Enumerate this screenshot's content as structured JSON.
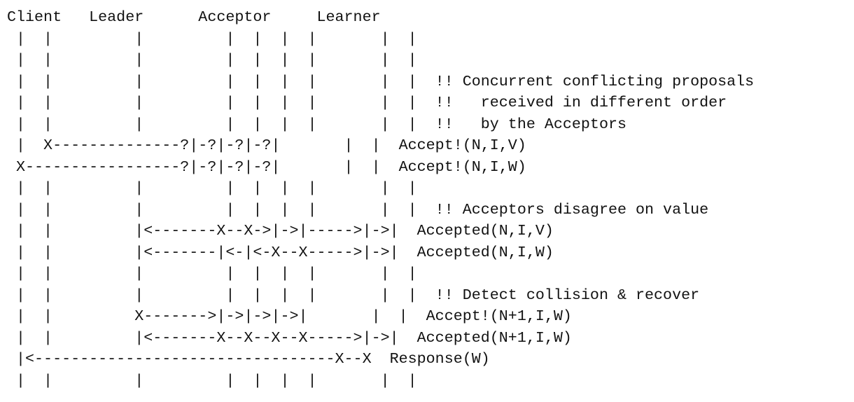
{
  "diagram": {
    "lines": [
      "Client   Leader      Acceptor     Learner",
      " |  |         |         |  |  |  |       |  |",
      " |  |         |         |  |  |  |       |  |",
      " |  |         |         |  |  |  |       |  |  !! Concurrent conflicting proposals",
      " |  |         |         |  |  |  |       |  |  !!   received in different order",
      " |  |         |         |  |  |  |       |  |  !!   by the Acceptors",
      " |  X--------------?|-?|-?|-?|       |  |  Accept!(N,I,V)",
      " X-----------------?|-?|-?|-?|       |  |  Accept!(N,I,W)",
      " |  |         |         |  |  |  |       |  |",
      " |  |         |         |  |  |  |       |  |  !! Acceptors disagree on value",
      " |  |         |<-------X--X->|->|----->|->|  Accepted(N,I,V)",
      " |  |         |<-------|<-|<-X--X----->|->|  Accepted(N,I,W)",
      " |  |         |         |  |  |  |       |  |",
      " |  |         |         |  |  |  |       |  |  !! Detect collision & recover",
      " |  |         X------->|->|->|->|       |  |  Accept!(N+1,I,W)",
      " |  |         |<-------X--X--X--X----->|->|  Accepted(N+1,I,W)",
      " |<---------------------------------X--X  Response(W)",
      " |  |         |         |  |  |  |       |  |"
    ]
  }
}
